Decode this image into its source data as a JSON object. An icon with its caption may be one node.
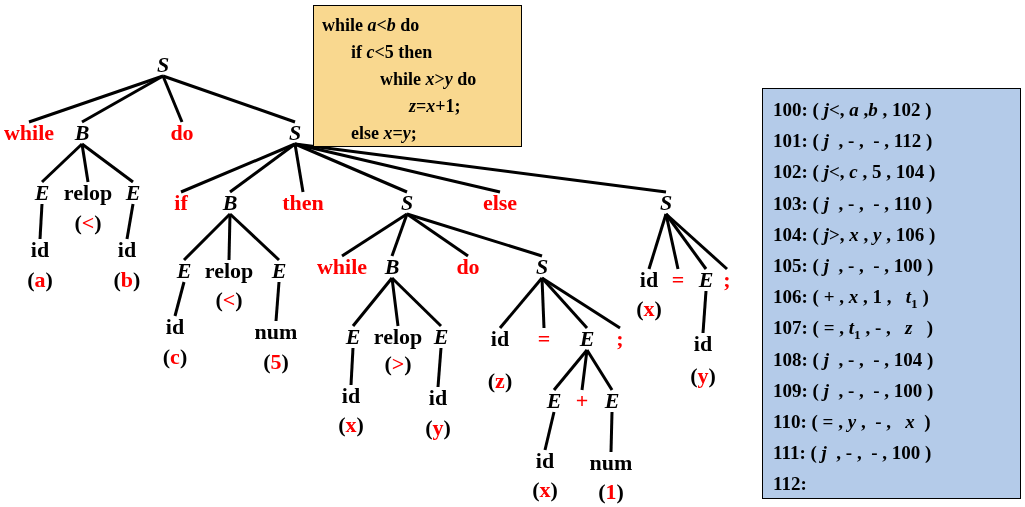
{
  "diagram": {
    "nodes": [
      {
        "text": [
          "S"
        ]
      },
      {
        "text": [
          "while"
        ]
      },
      {
        "text": [
          "B"
        ]
      },
      {
        "text": [
          "do"
        ]
      },
      {
        "text": [
          "S"
        ]
      },
      {
        "text": [
          "E"
        ]
      },
      {
        "text": [
          "relop"
        ],
        "beside": [
          "(<)"
        ]
      },
      {
        "text": [
          "E"
        ]
      },
      {
        "text": [
          "id"
        ],
        "beside": [
          "(a)"
        ]
      },
      {
        "text": [
          "id"
        ],
        "beside": [
          "(b)"
        ]
      },
      {
        "text": [
          "if"
        ]
      },
      {
        "text": [
          "B"
        ]
      },
      {
        "text": [
          "then"
        ]
      },
      {
        "text": [
          "S"
        ]
      },
      {
        "text": [
          "else"
        ]
      },
      {
        "text": [
          "S"
        ]
      },
      {
        "text": [
          "E"
        ]
      },
      {
        "text": [
          "relop"
        ],
        "beside": [
          "(<)"
        ]
      },
      {
        "text": [
          "E"
        ]
      },
      {
        "text": [
          "id"
        ],
        "beside": [
          "(c)"
        ]
      },
      {
        "text": [
          "num"
        ],
        "beside": [
          "(5)"
        ]
      },
      {
        "text": [
          "while"
        ]
      },
      {
        "text": [
          "B"
        ]
      },
      {
        "text": [
          "do"
        ]
      },
      {
        "text": [
          "S"
        ]
      },
      {
        "text": [
          "E"
        ]
      },
      {
        "text": [
          "relop"
        ],
        "beside": [
          "(>)"
        ]
      },
      {
        "text": [
          "E"
        ]
      },
      {
        "text": [
          "id"
        ],
        "beside": [
          "(x)"
        ]
      },
      {
        "text": [
          "id"
        ],
        "beside": [
          "(y)"
        ]
      },
      {
        "text": [
          "id"
        ],
        "beside": [
          "(z)"
        ]
      },
      {
        "text": [
          "="
        ]
      },
      {
        "text": [
          "E"
        ]
      },
      {
        "text": [
          ";"
        ]
      },
      {
        "text": [
          "E"
        ]
      },
      {
        "text": [
          "+"
        ]
      },
      {
        "text": [
          "E"
        ]
      },
      {
        "text": [
          "id"
        ],
        "beside": [
          "(x)"
        ]
      },
      {
        "text": [
          "num"
        ],
        "beside": [
          "(1)"
        ]
      },
      {
        "text": [
          "id"
        ],
        "beside": [
          "(x)"
        ]
      },
      {
        "text": [
          "="
        ]
      },
      {
        "text": [
          "E"
        ]
      },
      {
        "text": [
          ";"
        ]
      },
      {
        "text": [
          "id"
        ],
        "beside": [
          "(y)"
        ]
      },
      {
        "text": [
          "while *a*<*b* do",
          "if *c*<5 then",
          "while *x*>*y* do",
          "*z*=*x*+1;",
          "else *x*=*y*;"
        ]
      },
      {
        "text": [
          "100: ( *j*<, *a* ,*b* , 102 )",
          "101: ( *j*  , - ,  - , 112 )",
          "102: ( *j*<, *c* , 5 , 104 )",
          "103: ( *j*  , - ,  - , 110 )",
          "104: ( *j*>, *x* , *y* , 106 )",
          "105: ( *j*  , - ,  - , 100 )",
          "106: ( + , *x* , 1 ,   *t*$_{1}$ )",
          "107: ( = , *t*$_{1}$ , - ,   *z*   )",
          "108: ( *j*  , - ,  - , 104 )",
          "109: ( *j*  , - ,  - , 100 )",
          "110: ( = , *y* ,  - ,   *x*  )",
          "111: ( *j*  , - ,  - , 100 )",
          "112:"
        ]
      }
    ],
    "edges": [
      {
        "from": 0,
        "to": 1,
        "arrow": "none"
      },
      {
        "from": 0,
        "to": 2,
        "arrow": "none"
      },
      {
        "from": 0,
        "to": 3,
        "arrow": "none"
      },
      {
        "from": 0,
        "to": 4,
        "arrow": "none"
      },
      {
        "from": 2,
        "to": 5,
        "arrow": "none"
      },
      {
        "from": 2,
        "to": 6,
        "arrow": "none"
      },
      {
        "from": 2,
        "to": 7,
        "arrow": "none"
      },
      {
        "from": 5,
        "to": 8,
        "arrow": "none"
      },
      {
        "from": 7,
        "to": 9,
        "arrow": "none"
      },
      {
        "from": 4,
        "to": 10,
        "arrow": "none"
      },
      {
        "from": 4,
        "to": 11,
        "arrow": "none"
      },
      {
        "from": 4,
        "to": 12,
        "arrow": "none"
      },
      {
        "from": 4,
        "to": 13,
        "arrow": "none"
      },
      {
        "from": 4,
        "to": 14,
        "arrow": "none"
      },
      {
        "from": 4,
        "to": 15,
        "arrow": "none"
      },
      {
        "from": 11,
        "to": 16,
        "arrow": "none"
      },
      {
        "from": 11,
        "to": 17,
        "arrow": "none"
      },
      {
        "from": 11,
        "to": 18,
        "arrow": "none"
      },
      {
        "from": 16,
        "to": 19,
        "arrow": "none"
      },
      {
        "from": 18,
        "to": 20,
        "arrow": "none"
      },
      {
        "from": 13,
        "to": 21,
        "arrow": "none"
      },
      {
        "from": 13,
        "to": 22,
        "arrow": "none"
      },
      {
        "from": 13,
        "to": 23,
        "arrow": "none"
      },
      {
        "from": 13,
        "to": 24,
        "arrow": "none"
      },
      {
        "from": 22,
        "to": 25,
        "arrow": "none"
      },
      {
        "from": 22,
        "to": 26,
        "arrow": "none"
      },
      {
        "from": 22,
        "to": 27,
        "arrow": "none"
      },
      {
        "from": 25,
        "to": 28,
        "arrow": "none"
      },
      {
        "from": 27,
        "to": 29,
        "arrow": "none"
      },
      {
        "from": 24,
        "to": 30,
        "arrow": "none"
      },
      {
        "from": 24,
        "to": 31,
        "arrow": "none"
      },
      {
        "from": 24,
        "to": 32,
        "arrow": "none"
      },
      {
        "from": 24,
        "to": 33,
        "arrow": "none"
      },
      {
        "from": 32,
        "to": 34,
        "arrow": "none"
      },
      {
        "from": 32,
        "to": 35,
        "arrow": "none"
      },
      {
        "from": 32,
        "to": 36,
        "arrow": "none"
      },
      {
        "from": 34,
        "to": 37,
        "arrow": "none"
      },
      {
        "from": 36,
        "to": 38,
        "arrow": "none"
      },
      {
        "from": 15,
        "to": 39,
        "arrow": "none"
      },
      {
        "from": 15,
        "to": 40,
        "arrow": "none"
      },
      {
        "from": 15,
        "to": 41,
        "arrow": "none"
      },
      {
        "from": 15,
        "to": 42,
        "arrow": "none"
      },
      {
        "from": 41,
        "to": 43,
        "arrow": "none"
      }
    ]
  }
}
